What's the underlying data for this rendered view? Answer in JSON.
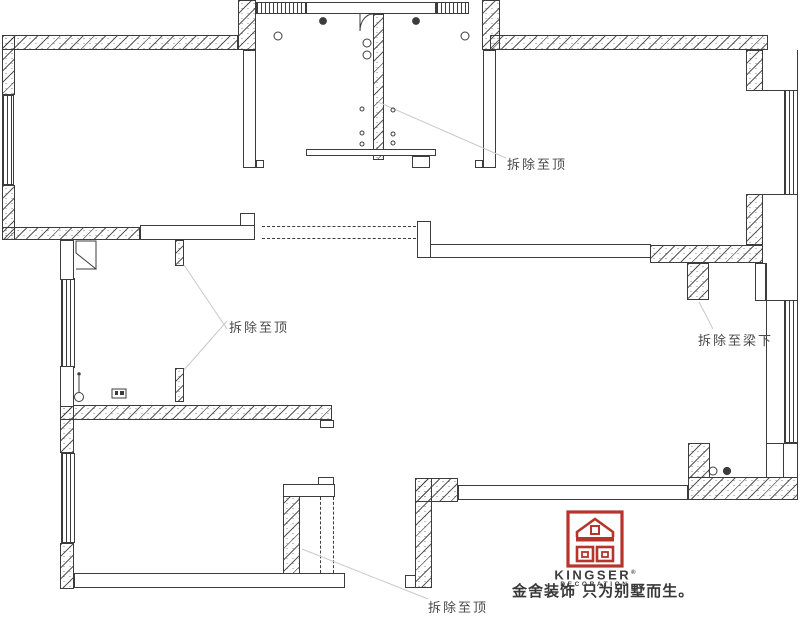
{
  "annotations": {
    "demolish_ceiling_top": "拆除至顶",
    "demolish_ceiling_mid": "拆除至顶",
    "demolish_ceiling_bottom": "拆除至顶",
    "demolish_beam": "拆除至梁下"
  },
  "brand": {
    "name": "KINGSER",
    "registered": "®",
    "subtitle": "DECORATION",
    "tagline": "金舍装饰 只为别墅而生。",
    "logo_color": "#b5352c",
    "text_color": "#3d3d3d"
  },
  "drawing": {
    "type": "demolition floor plan",
    "line_color": "#3c3c3c",
    "leader_color": "#c9c9c9",
    "background": "#ffffff"
  }
}
